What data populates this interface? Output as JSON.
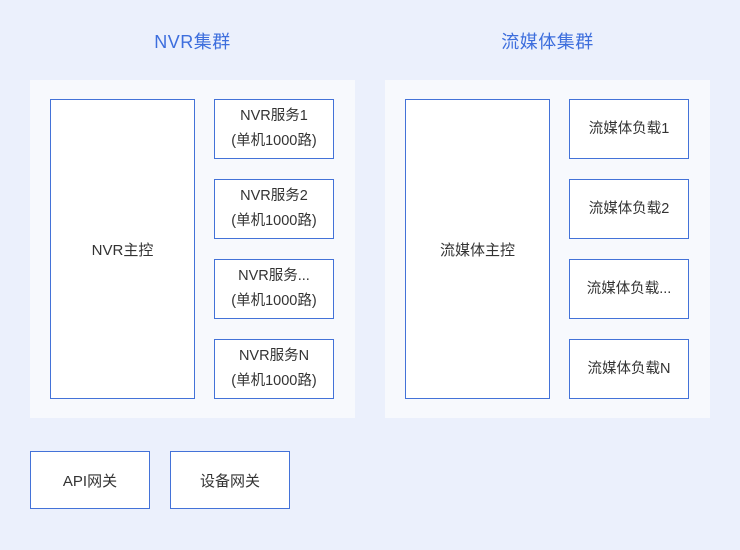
{
  "colors": {
    "background": "#EBF0FC",
    "panel_background": "#F7F9FD",
    "box_background": "#FFFFFF",
    "box_border": "#4372D8",
    "title_text": "#3D6EDD",
    "body_text": "#333333"
  },
  "clusters": [
    {
      "title": "NVR集群",
      "master": "NVR主控",
      "nodes": [
        {
          "line1": "NVR服务1",
          "line2": "(单机1000路)"
        },
        {
          "line1": "NVR服务2",
          "line2": "(单机1000路)"
        },
        {
          "line1": "NVR服务...",
          "line2": "(单机1000路)"
        },
        {
          "line1": "NVR服务N",
          "line2": "(单机1000路)"
        }
      ]
    },
    {
      "title": "流媒体集群",
      "master": "流媒体主控",
      "nodes": [
        {
          "line1": "流媒体负载1",
          "line2": ""
        },
        {
          "line1": "流媒体负载2",
          "line2": ""
        },
        {
          "line1": "流媒体负载...",
          "line2": ""
        },
        {
          "line1": "流媒体负载N",
          "line2": ""
        }
      ]
    }
  ],
  "gateways": [
    {
      "label": "API网关"
    },
    {
      "label": "设备网关"
    }
  ]
}
